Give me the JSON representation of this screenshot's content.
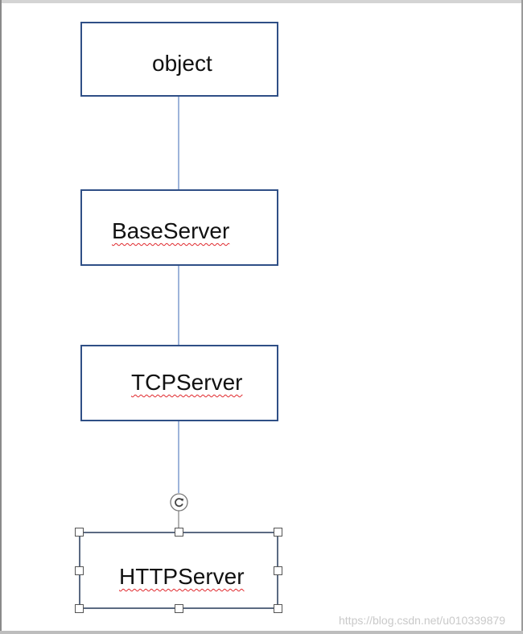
{
  "diagram": {
    "nodes": [
      {
        "id": "object",
        "label": "object"
      },
      {
        "id": "baseserver",
        "label": "BaseServer"
      },
      {
        "id": "tcpserver",
        "label": "TCPServer"
      },
      {
        "id": "httpserver",
        "label": "HTTPServer"
      }
    ],
    "edges": [
      {
        "from": "baseserver",
        "to": "object"
      },
      {
        "from": "tcpserver",
        "to": "baseserver"
      },
      {
        "from": "httpserver",
        "to": "tcpserver"
      }
    ],
    "selected_node": "httpserver",
    "colors": {
      "box_border": "#2f4f86",
      "arrow": "#4f74b6",
      "spellcheck_underline": "#e0282c"
    }
  },
  "icons": {
    "rotate_handle": "rotate-icon"
  },
  "watermark": "https://blog.csdn.net/u010339879"
}
